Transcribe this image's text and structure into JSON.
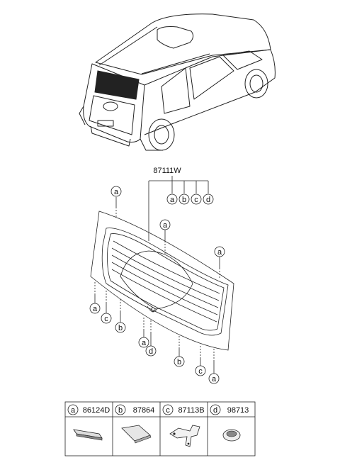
{
  "main_part": "87111W",
  "callouts": [
    "a",
    "b",
    "c",
    "d"
  ],
  "legend": [
    {
      "letter": "a",
      "part": "86124D"
    },
    {
      "letter": "b",
      "part": "87864"
    },
    {
      "letter": "c",
      "part": "87113B"
    },
    {
      "letter": "d",
      "part": "98713"
    }
  ]
}
